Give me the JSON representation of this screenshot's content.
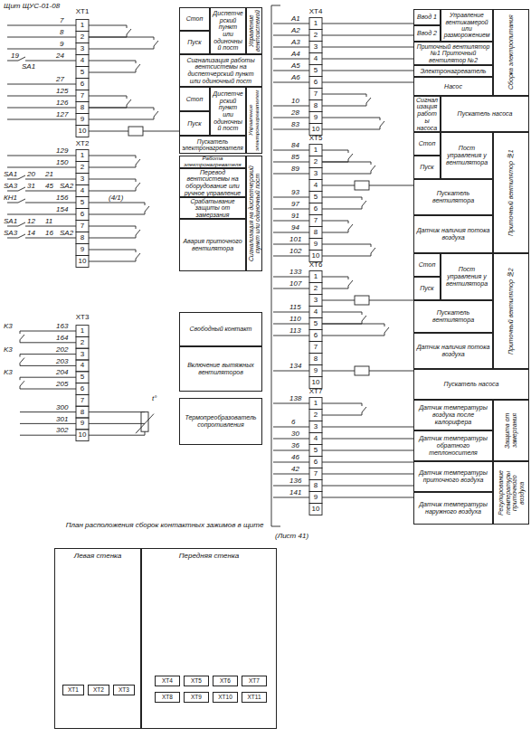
{
  "diagram": {
    "title": "Щит ЩУС-01-08",
    "nodes": [
      {
        "text": [
          "Стоп"
        ]
      },
      {
        "text": [
          "Диспетчерский пункт или одиночный пост"
        ]
      },
      {
        "text": [
          "Пуск"
        ]
      },
      {
        "text": [
          "Управление вентсистемой"
        ]
      },
      {
        "text": [
          "Сигнализация работы вентсистемы на диспетчерский пункт или одиночный пост"
        ]
      },
      {
        "text": [
          "Стоп"
        ]
      },
      {
        "text": [
          "Диспетчерский пункт или одиночный пост"
        ]
      },
      {
        "text": [
          "Пуск"
        ]
      },
      {
        "text": [
          "Управление электронагревателем"
        ]
      },
      {
        "text": [
          "Пускатель электронагревателя"
        ]
      },
      {
        "text": [
          "Работа электронагревателя"
        ]
      },
      {
        "text": [
          "Перевод вентсистемы на оборудование или ручное управление"
        ]
      },
      {
        "text": [
          "Срабатывание защиты от замерзания"
        ]
      },
      {
        "text": [
          "Авария приточного вентилятора"
        ]
      },
      {
        "text": [
          "Сигнализация на диспетчерский пункт или одиночный пост"
        ]
      },
      {
        "text": [
          "Свободный контакт"
        ]
      },
      {
        "text": [
          "Включение вытяжных вентиляторов"
        ]
      },
      {
        "text": [
          "Термопреобразователь сопротивления"
        ]
      },
      {
        "text": [
          "Ввод 1"
        ]
      },
      {
        "text": [
          "Ввод 2"
        ]
      },
      {
        "text": [
          "Управление вентикамерой или разморожением"
        ]
      },
      {
        "text": [
          "Приточный вентилятор №1 Приточный вентилятор №2"
        ]
      },
      {
        "text": [
          "Электронагреватель"
        ]
      },
      {
        "text": [
          "Насос"
        ]
      },
      {
        "text": [
          "Сборка электропитания"
        ]
      },
      {
        "text": [
          "Сигнализация работы насоса"
        ]
      },
      {
        "text": [
          "Пускатель насоса"
        ]
      },
      {
        "text": [
          "Стоп"
        ]
      },
      {
        "text": [
          "Пост управления у вентилятора"
        ]
      },
      {
        "text": [
          "Пуск"
        ]
      },
      {
        "text": [
          "Пускатель вентилятора"
        ]
      },
      {
        "text": [
          "Датчик наличия потока воздуха"
        ]
      },
      {
        "text": [
          "Приточный вентилятор №1"
        ]
      },
      {
        "text": [
          "Стоп"
        ]
      },
      {
        "text": [
          "Пост управления у вентилятора"
        ]
      },
      {
        "text": [
          "Пуск"
        ]
      },
      {
        "text": [
          "Пускатель вентилятора"
        ]
      },
      {
        "text": [
          "Датчик наличия потока воздуха"
        ]
      },
      {
        "text": [
          "Приточный вентилятор №2"
        ]
      },
      {
        "text": [
          "Пускатель насоса"
        ]
      },
      {
        "text": [
          "Датчик температуры воздуха после калорифера"
        ]
      },
      {
        "text": [
          "Датчик температуры обратного теплоносителя"
        ]
      },
      {
        "text": [
          "Защита от замерзания"
        ]
      },
      {
        "text": [
          "Датчик температуры приточного воздуха"
        ]
      },
      {
        "text": [
          "Датчик температуры наружного воздуха"
        ]
      },
      {
        "text": [
          "Регулирование температуры приточного воздуха"
        ]
      },
      {
        "text": [
          "Левая стенка"
        ]
      },
      {
        "text": [
          "Передняя стенка"
        ]
      },
      {
        "text": [
          "XT1"
        ],
        "in": 46
      },
      {
        "text": [
          "XT2"
        ],
        "in": 46
      },
      {
        "text": [
          "XT3"
        ],
        "in": 46
      },
      {
        "text": [
          "XT4"
        ],
        "in": 47
      },
      {
        "text": [
          "XT5"
        ],
        "in": 47
      },
      {
        "text": [
          "XT6"
        ],
        "in": 47
      },
      {
        "text": [
          "XT7"
        ],
        "in": 47
      },
      {
        "text": [
          "XT8"
        ],
        "in": 47
      },
      {
        "text": [
          "XT9"
        ],
        "in": 47
      },
      {
        "text": [
          "XT10"
        ],
        "in": 47
      },
      {
        "text": [
          "XT11"
        ],
        "in": 47
      }
    ],
    "labels": [
      "XT1",
      "1",
      "2",
      "3",
      "4",
      "5",
      "6",
      "7",
      "8",
      "9",
      "10",
      "XT2",
      "1",
      "2",
      "3",
      "4",
      "5",
      "6",
      "7",
      "8",
      "9",
      "10",
      "XT3",
      "1",
      "2",
      "3",
      "4",
      "5",
      "6",
      "7",
      "8",
      "9",
      "10",
      "XT4",
      "1",
      "2",
      "3",
      "4",
      "5",
      "6",
      "7",
      "8",
      "9",
      "10",
      "XT5",
      "1",
      "2",
      "3",
      "4",
      "5",
      "6",
      "7",
      "8",
      "9",
      "10",
      "XT6",
      "1",
      "2",
      "3",
      "4",
      "5",
      "6",
      "7",
      "8",
      "9",
      "10",
      "XT7",
      "1",
      "2",
      "3",
      "4",
      "5",
      "6",
      "7",
      "8",
      "9",
      "10",
      "7",
      "8",
      "9",
      "19",
      "SA1",
      "24",
      "27",
      "125",
      "126",
      "127",
      "129",
      "150",
      "SA1",
      "20",
      "21",
      "SA3",
      "31",
      "45",
      "SA2",
      "КН1",
      "156",
      "154",
      "SA1",
      "12",
      "11",
      "SA3",
      "14",
      "16",
      "SA2",
      "K3",
      "163",
      "164",
      "K3",
      "202",
      "203",
      "K3",
      "204",
      "205",
      "300",
      "301",
      "302",
      "t°",
      "(4/1)",
      "A1",
      "A2",
      "A3",
      "A4",
      "A5",
      "A6",
      "10",
      "28",
      "83",
      "84",
      "85",
      "89",
      "93",
      "97",
      "91",
      "94",
      "101",
      "102",
      "133",
      "107",
      "115",
      "110",
      "113",
      "134",
      "138",
      "6",
      "30",
      "36",
      "46",
      "42",
      "136",
      "141",
      "(Лист 41)",
      "План расположения сборок контактных зажимов в щите"
    ]
  }
}
